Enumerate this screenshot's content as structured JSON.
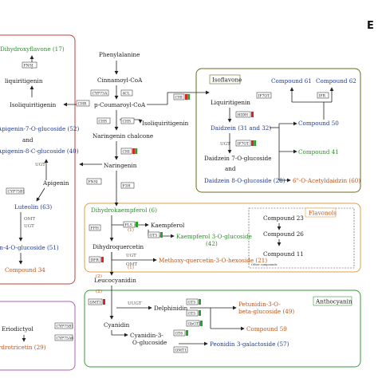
{
  "corner_label": "E",
  "metabolites": {
    "phenylalanine": "Phenylalanine",
    "cinnamoyl": "Cinnamoyl-CoA",
    "coumaroyl": "p-Coumaroyl-CoA",
    "chalcone": "Naringenin chalcone",
    "naringenin": "Naringenin",
    "isoliquiritigenin_mid": "Isoliquiritigenin",
    "dihydrokaempferol": "Dihydrokaempferol (6)",
    "kaempferol": "Kaempferol",
    "dihydroquercetin": "Dihydroquercetin",
    "leucocyanidin": "Leucocyanidin",
    "cyanidin": "Cyanidin",
    "delphinidin": "Delphinidin",
    "cyanidin3_a": "Cyanidin-3-",
    "cyanidin3_b": "O-glucoside"
  },
  "left_panel": {
    "dihydroxyflavone": "Dihydroxyflavone (17)",
    "liquiritigenin": "liquiritigenin",
    "isoliquiritigenin": "Isoliquiritigenin",
    "apigenin_glucoside": "Apigenin-7-O-glucoside (52)",
    "end": "and",
    "apigenin8c": "Apigenin-8-C-glucoside (40)",
    "ugt": "UGT",
    "apigenin": "Apigenin",
    "luteolin": "Luteolin (63)",
    "omt": "OMT",
    "ugt2": "UGT",
    "luteolin_glucoside": "in-4-O-glucoside (51)",
    "compound34": "Compound 34"
  },
  "bottom_left": {
    "eriodictyol": "Eriodictyol",
    "dihydrotricetin": "rdrotricetin (29)"
  },
  "isoflavone": {
    "title": "Isoflavone",
    "liquiritigenin": "Liquiritigenin",
    "daidzein": "Daidzein (31 and 32)",
    "ugt": "UGT",
    "daidzein7": "Daidzein 7-O-glucoside",
    "end": "and",
    "daidzein8": "Daidzein 8-O-glucoside (28)",
    "c61": "Compound 61",
    "c62": "Compound 62",
    "c50": "Compound 50",
    "c41": "Compound 41",
    "c60": "6\"-O-Acetyldaidzin (60)"
  },
  "flavonols": {
    "title": "Flavonols",
    "kaempferol_glc": "Kaempferol 3-O-glucoside",
    "kaempferol_glc_num": "(42)",
    "methoxy": "Methoxy-quercetin-3-O-hexoside (21)",
    "c23": "Compound 23",
    "c26": "Compound 26",
    "c11": "Compound 11",
    "other": "Other compounds"
  },
  "anthocyanin": {
    "title": "Anthocyanin",
    "uugt": "UUGT",
    "petunidin_a": "Petunidin-3-O-",
    "petunidin_b": "beta-glucoside (49)",
    "c59": "Compound 59",
    "peonidin": "Peonidin 3-galactoside (57)"
  },
  "labels": {
    "ugt_mid": "UGT",
    "omt_mid": "OMT",
    "num2": "(2)",
    "num1": "(1)",
    "num1b": "(1)",
    "num2b": "(2)"
  },
  "enzymes": {
    "fns": "FNSI",
    "chr": "CHR",
    "cyp73a": "CYP73A",
    "c4l": "4CL",
    "chs": "CHS",
    "chs2": "CHS",
    "chi": "CHI",
    "chi2": "CHI",
    "fns2": "FNSI",
    "f3h": "F3H",
    "cyp75b1": "CYP75B1",
    "cyp75b1b": "CYP75B1",
    "cyp75a6": "CYP75A6",
    "hidh": "HIDH",
    "iftot": "IF7OT",
    "ifr": "IFR",
    "iftot2": "IF7GT",
    "fls": "FLS",
    "gts": "GT5",
    "ffh": "FFH",
    "dfr": "DFR",
    "omt1": "OMT1",
    "gt5": "GT5",
    "gt5b": "GT5",
    "gtgt1": "GbGT1",
    "gt6": "GT6",
    "omt1b": "OMT1"
  },
  "colors": {
    "red": "#d62728",
    "green": "#2ca02c",
    "yellow": "#e8c21a",
    "left_panel_border": "#c04040",
    "isoflavone_border": "#6b6b20",
    "flavonols_border": "#e0a040",
    "anthocyanin_border": "#3a9a3a",
    "bottom_left_border": "#b060c0"
  }
}
